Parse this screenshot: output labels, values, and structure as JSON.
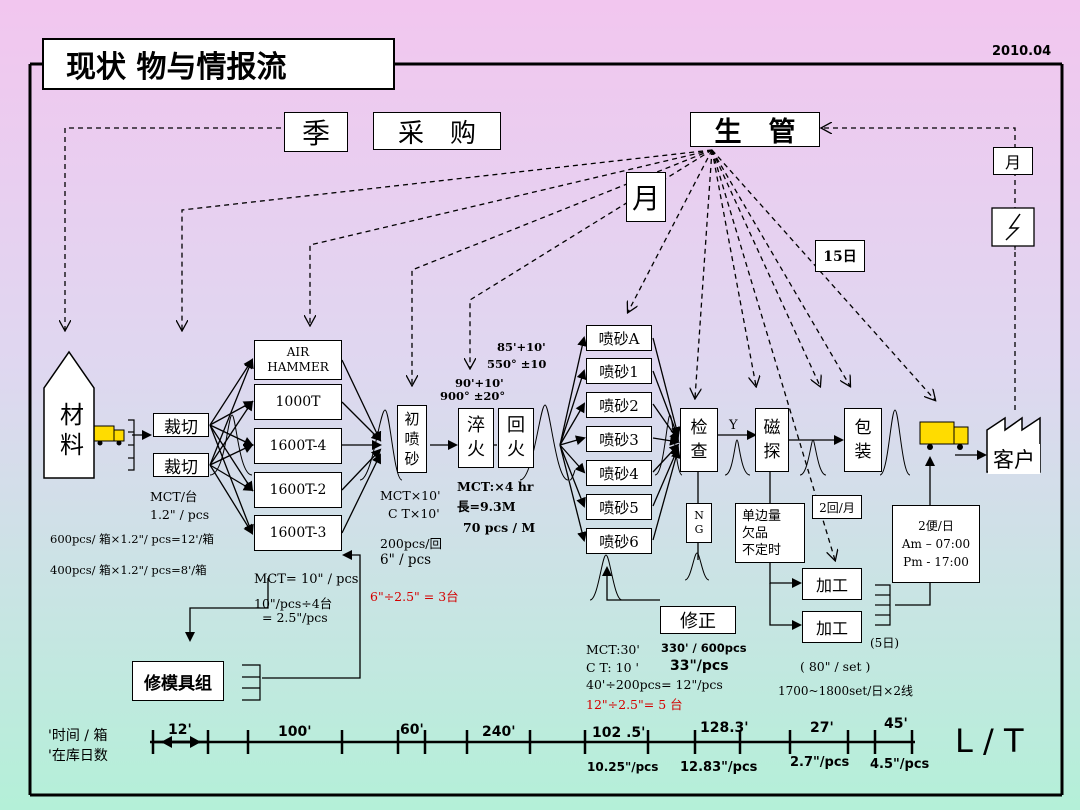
{
  "title": "现状 物与情报流",
  "date": "2010.04",
  "header": {
    "season": "季",
    "purchasing": "采　购",
    "production_control": "生　管",
    "monthly_center": "月",
    "monthly_right": "月",
    "day15": "15日"
  },
  "stations": {
    "material": [
      "材",
      "料"
    ],
    "cut1": "裁切",
    "cut2": "裁切",
    "air_hammer": "AIR HAMMER",
    "press_1000t": "1000T",
    "press_1600t4": "1600T-4",
    "press_1600t2": "1600T-2",
    "press_1600t3": "1600T-3",
    "pre_blast": "初喷砂",
    "quench": "淬火",
    "temper": "回火",
    "blast_a": "喷砂A",
    "blast_1": "喷砂1",
    "blast_2": "喷砂2",
    "blast_3": "喷砂3",
    "blast_4": "喷砂4",
    "blast_5": "喷砂5",
    "blast_6": "喷砂6",
    "inspect": "检查",
    "magnetic": "磁探",
    "pack": "包装",
    "customer": "客户",
    "repair": "修正",
    "mold_repair": "修模具组",
    "machining1": "加工",
    "machining2": "加工",
    "ng": "N G",
    "y": "Y"
  },
  "annotations": {
    "cut_mct": "MCT/台",
    "cut_rate": "1.2\"  / pcs",
    "cut_box1": "600pcs/ 箱×1.2\"/ pcs=12'/箱",
    "cut_box2": "400pcs/ 箱×1.2\"/ pcs=8'/箱",
    "press_mct": "MCT= 10\" / pcs",
    "press_calc": "10\"/pcs÷4台",
    "press_result": "= 2.5\"/pcs",
    "pre_mct": "MCT×10'",
    "pre_ct": "C T×10'",
    "pre_batch": "200pcs/回",
    "pre_rate": "6\" / pcs",
    "pre_red": "6\"÷2.5\" = 3台",
    "quench_temp1": "90'+10'",
    "quench_temp2": "900°  ±20°",
    "temper_temp1": "85'+10'",
    "temper_temp2": "550°  ±10",
    "ht_mct": "MCT:×4 hr",
    "ht_len": "長=9.3M",
    "ht_rate": "70 pcs / M",
    "blast_mct": "MCT:30'",
    "blast_ct": "C T: 10 '",
    "blast_calc": "40'÷200pcs= 12\"/pcs",
    "blast_red": "12\"÷2.5\"= 5 台",
    "insp_rate": "330' / 600pcs",
    "insp_pcs": "33\"/pcs",
    "defects": [
      "单边量",
      "欠品",
      "不定时"
    ],
    "twice_month": "2回/月",
    "machining_set": "( 80\" / set )",
    "machining_cap": "1700~1800set/日×2线",
    "five_days": "(5日)",
    "delivery_freq": "2便/日",
    "delivery_am": "Am – 07:00",
    "delivery_pm": "Pm  - 17:00"
  },
  "timeline": {
    "label1": "'时间 / 箱",
    "label2": "'在库日数",
    "segments": [
      "12'",
      "100'",
      "60'",
      "240'",
      "102 .5'",
      "128.3'",
      "27'",
      "45'"
    ],
    "rates": [
      "10.25\"/pcs",
      "12.83\"/pcs",
      "2.7\"/pcs",
      "4.5\"/pcs"
    ],
    "lt": "L / T"
  }
}
